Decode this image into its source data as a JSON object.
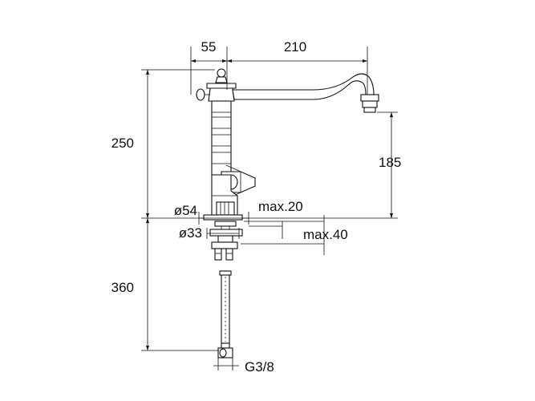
{
  "dimensions": {
    "offset_width": "55",
    "spout_reach": "210",
    "total_height": "250",
    "spout_height": "185",
    "base_diameter": "ø54",
    "mount_hole_diameter": "ø33",
    "max_top_thickness": "max.20",
    "max_total_thickness": "max.40",
    "hose_length": "360",
    "connection_thread": "G3/8"
  },
  "colors": {
    "line": "#111111",
    "background": "#ffffff"
  }
}
